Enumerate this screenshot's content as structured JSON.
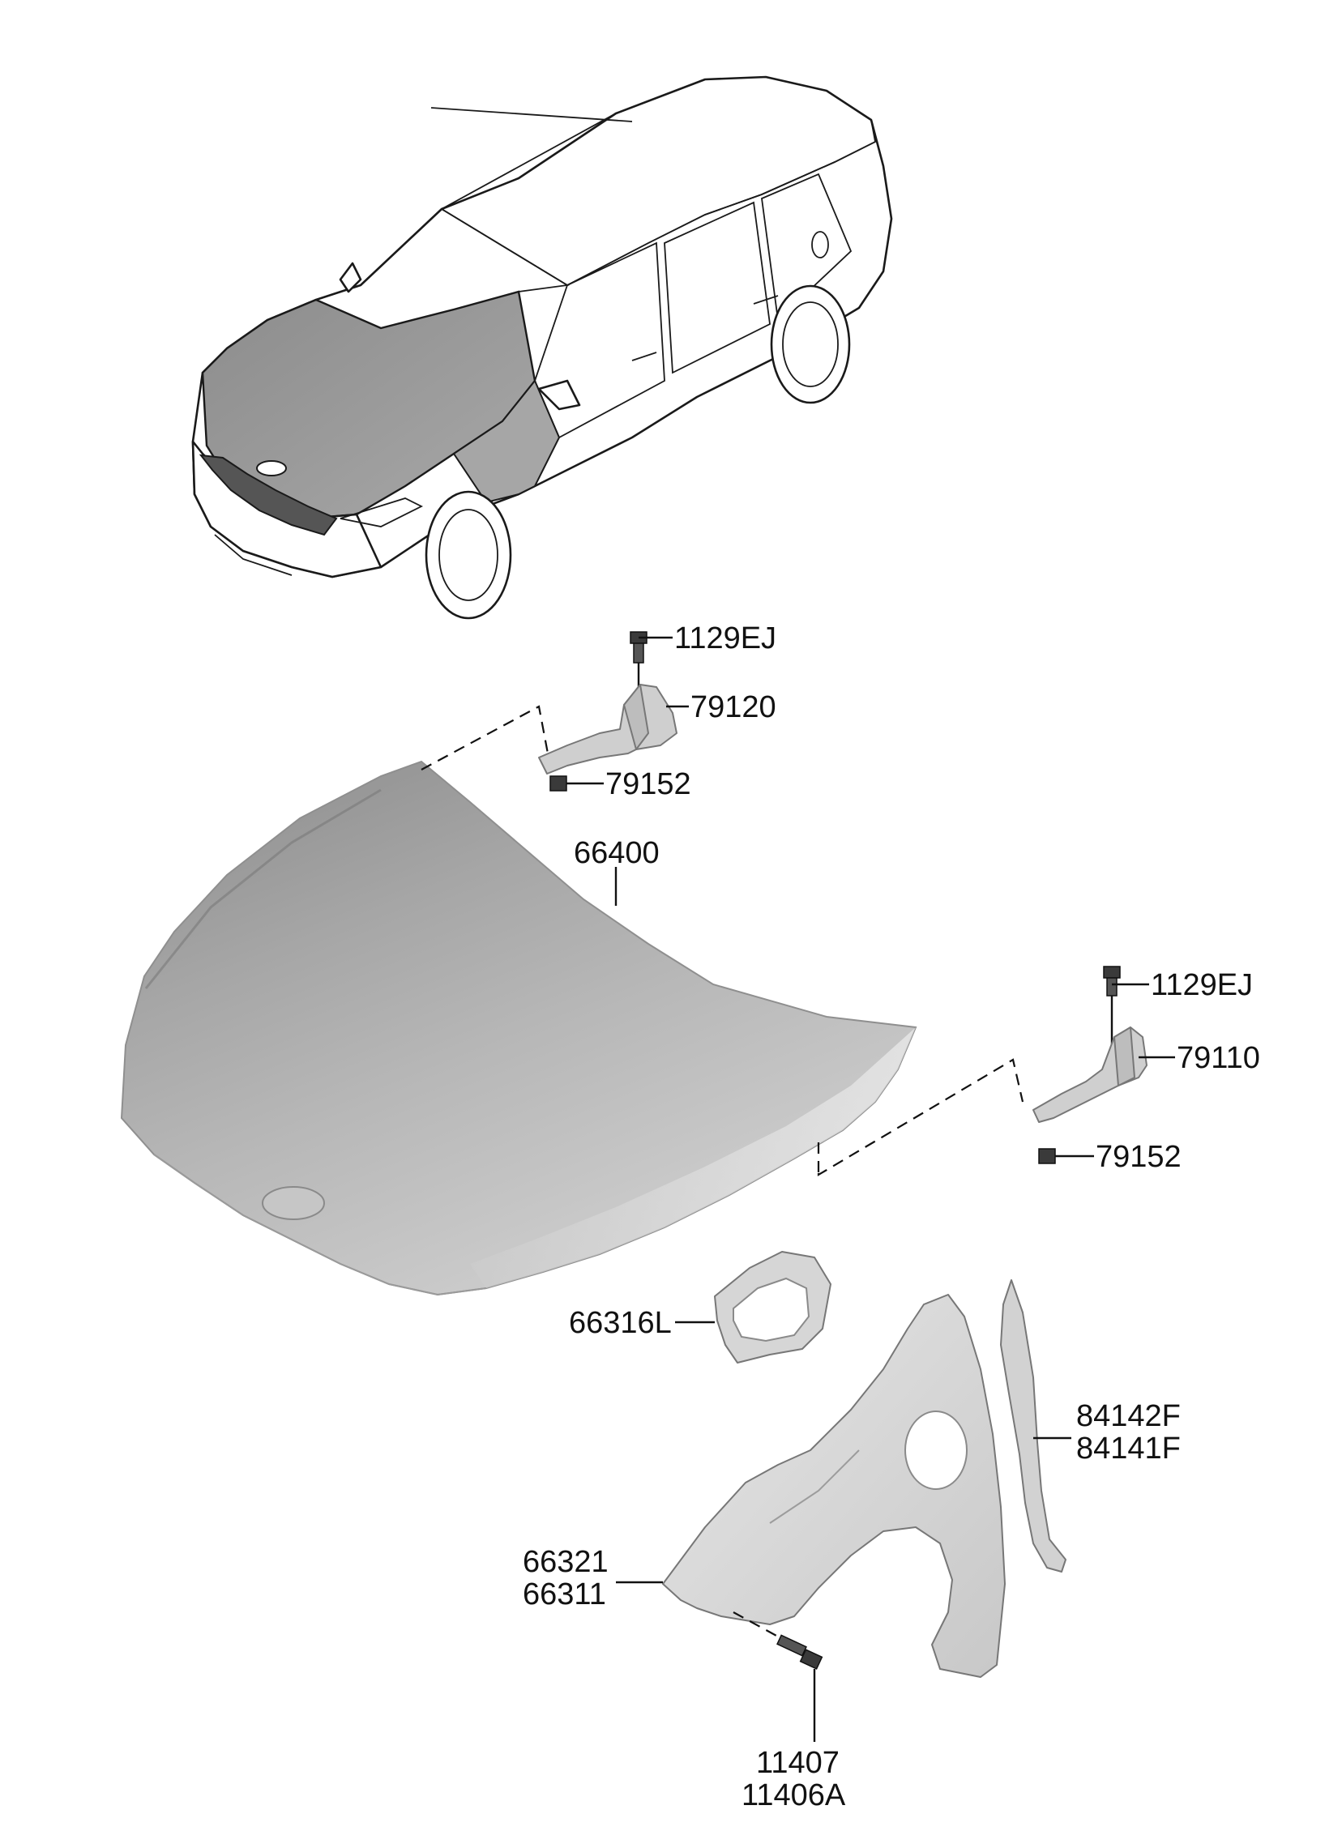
{
  "diagram": {
    "callouts": {
      "bolt_hinge_lh": "1129EJ",
      "hinge_lh": "79120",
      "nut_hinge_lh": "79152",
      "hood_panel": "66400",
      "bolt_hinge_rh": "1129EJ",
      "hinge_rh": "79110",
      "nut_hinge_rh": "79152",
      "fender_bracket": "66316L",
      "fender_liner_a": "84142F",
      "fender_liner_b": "84141F",
      "fender_a": "66321",
      "fender_b": "66311",
      "fender_bolt_a": "11407",
      "fender_bolt_b": "11406A"
    },
    "highlight_color": "#8c8c8c"
  }
}
